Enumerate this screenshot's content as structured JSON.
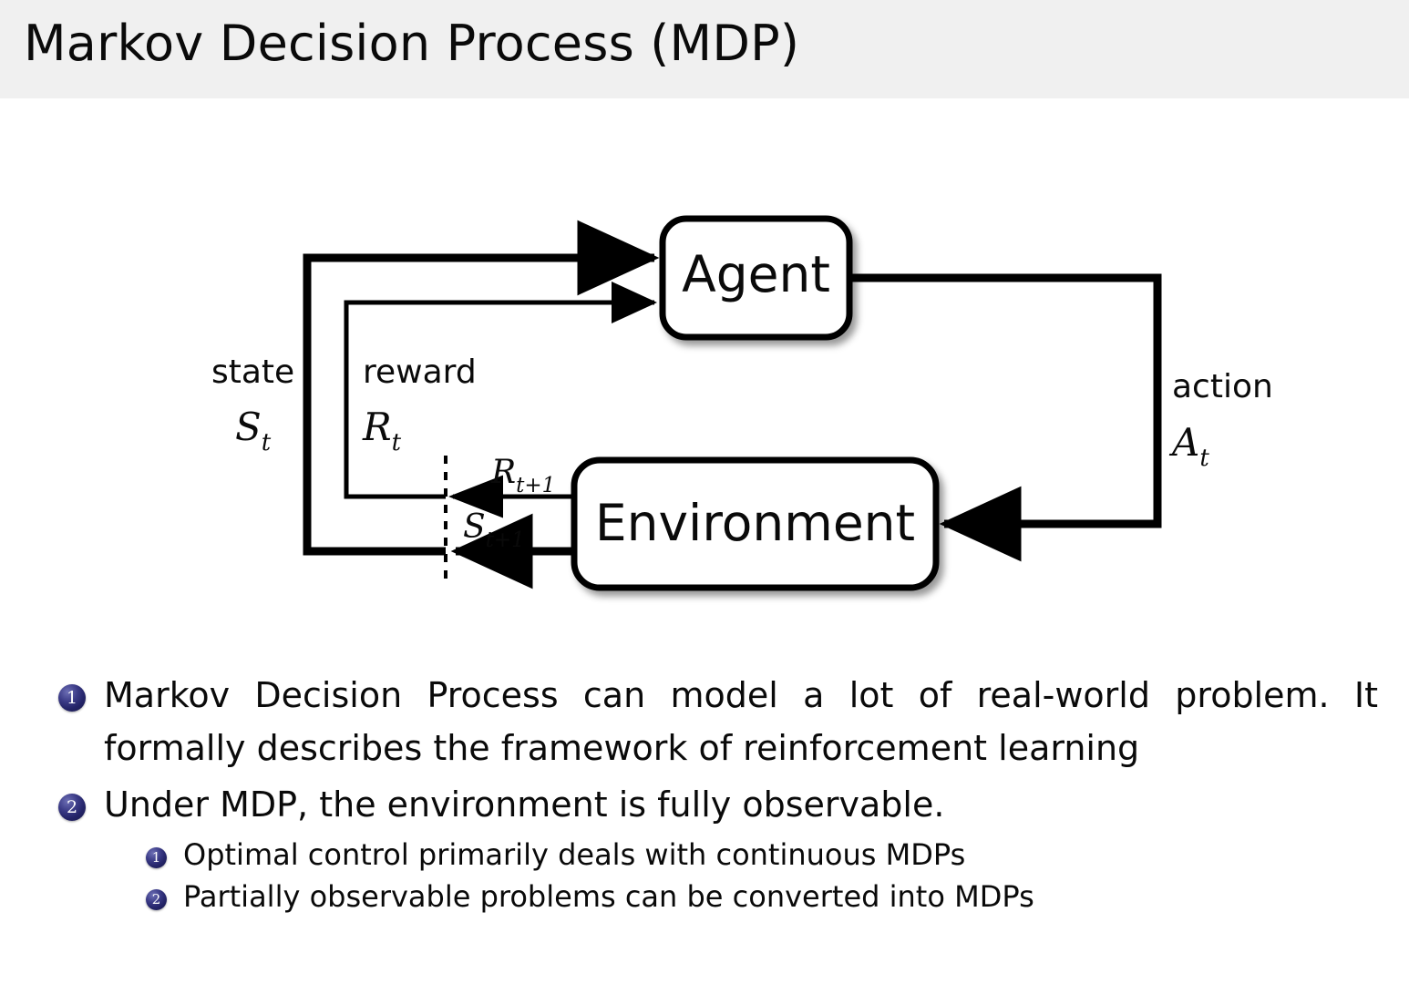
{
  "header": {
    "title": "Markov Decision Process (MDP)",
    "background": "#f0f0f0"
  },
  "diagram": {
    "name": "agent-environment-interaction-loop",
    "nodes": [
      {
        "id": "agent",
        "label": "Agent"
      },
      {
        "id": "environment",
        "label": "Environment"
      }
    ],
    "edge_labels": {
      "state_word": "state",
      "state_symbol": "S",
      "state_symbol_sub": "t",
      "reward_word": "reward",
      "reward_symbol": "R",
      "reward_symbol_sub": "t",
      "action_word": "action",
      "action_symbol": "A",
      "action_symbol_sub": "t",
      "next_reward_symbol": "R",
      "next_reward_sub": "t+1",
      "next_state_symbol": "S",
      "next_state_sub": "t+1"
    },
    "stroke_color": "#000000",
    "fill_color": "#ffffff"
  },
  "bullets": {
    "level1": [
      {
        "marker": "1",
        "text": "Markov Decision Process can model a lot of real-world problem. It formally describes the framework of reinforcement learning"
      },
      {
        "marker": "2",
        "text": "Under MDP, the environment is fully observable."
      }
    ],
    "level2": [
      {
        "marker": "1",
        "text": "Optimal control primarily deals with continuous MDPs"
      },
      {
        "marker": "2",
        "text": "Partially observable problems can be converted into MDPs"
      }
    ],
    "marker_color": "#242468",
    "text_color": "#0a0a0a"
  }
}
